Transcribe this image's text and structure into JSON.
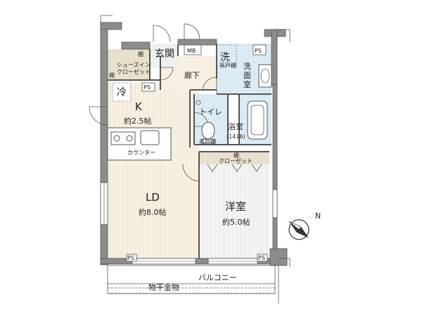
{
  "rooms": {
    "entrance": "玄関",
    "mb": "MB",
    "shoe_shelf": "棚",
    "shoe_closet_1": "シューズイン",
    "shoe_closet_2": "クローゼット",
    "shoe_shelf_2": "棚",
    "hallway": "廊下",
    "laundry_mark": "洗",
    "linen_shelf": "吊戸棚",
    "ps_laundry": "PS",
    "washroom_1": "洗",
    "washroom_2": "面",
    "washroom_3": "室",
    "fridge": "冷",
    "ps_kitchen": "PS",
    "kitchen": "K",
    "kitchen_area": "約2.5帖",
    "counter": "カウンター",
    "toilet": "トイレ",
    "toilet_shelf": "吊戸棚",
    "bath": "浴室",
    "bath_size": "(1416)",
    "closet_shelf": "棚",
    "closet": "クローゼット",
    "ld": "LD",
    "ld_area": "約8.0帖",
    "western": "洋室",
    "western_area": "約5.0帖",
    "ps_ld": "PS",
    "ps_western": "PS",
    "compass_n": "N",
    "balcony": "バルコニー",
    "drying_rack": "物干金物"
  },
  "colors": {
    "wall": "#8c8c8c",
    "floor": "#f7efe1",
    "tile": "#dcecf5",
    "closet": "#e8e0cc",
    "line": "#555555"
  }
}
